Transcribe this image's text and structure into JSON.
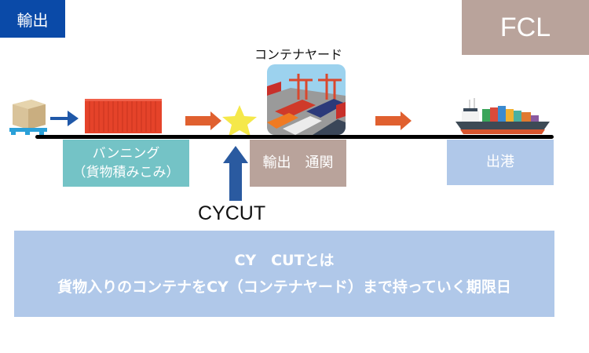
{
  "header": {
    "export_badge": "輸出",
    "mode_badge": "FCL"
  },
  "colors": {
    "export_badge": "#0a4aa8",
    "mode_badge": "#b9a39b",
    "vanning_box": "#74c3c6",
    "customs_box": "#b9a39b",
    "departure_box": "#b0c8e9",
    "info_box": "#b0c8e9",
    "flow_arrow_blue": "#1f58a8",
    "flow_arrow_orange": "#e0602f",
    "star": "#f5e84a",
    "cycut_arrow": "#2a5aa0"
  },
  "diagram": {
    "container_yard_label": "コンテナヤード",
    "steps": [
      {
        "id": "cargo",
        "icon": "cargo-box-on-pallet-icon"
      },
      {
        "id": "container",
        "icon": "shipping-container-icon"
      },
      {
        "id": "cy-cut",
        "icon": "star-icon"
      },
      {
        "id": "container-yard",
        "icon": "container-yard-icon"
      },
      {
        "id": "ship",
        "icon": "container-ship-icon"
      }
    ],
    "boxes": {
      "vanning_line1": "バンニング",
      "vanning_line2": "（貨物積みこみ）",
      "customs": "輸出　通関",
      "departure": "出港"
    },
    "cycut_label": "CYCUT"
  },
  "info": {
    "line1": "CY　CUTとは",
    "line2": "貨物入りのコンテナをCY（コンテナヤード）まで持っていく期限日"
  }
}
